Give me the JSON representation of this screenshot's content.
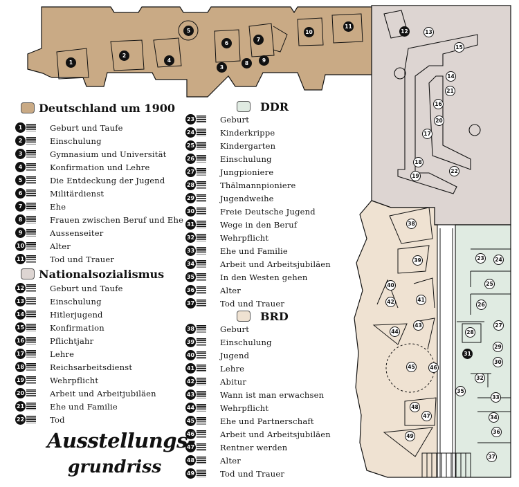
{
  "colors": {
    "deutschland": "#c9aa85",
    "ns": "#ddd5d2",
    "ddr": "#e0ebe2",
    "brd": "#efe2d2",
    "ink": "#111111"
  },
  "sections": [
    {
      "id": "deutschland",
      "title": "Deutschland um 1900",
      "items": [
        {
          "n": "1",
          "label": "Geburt und Taufe"
        },
        {
          "n": "2",
          "label": "Einschulung"
        },
        {
          "n": "3",
          "label": "Gymnasium und Universität"
        },
        {
          "n": "4",
          "label": "Konfirmation und Lehre"
        },
        {
          "n": "5",
          "label": "Die Entdeckung der Jugend"
        },
        {
          "n": "6",
          "label": "Militärdienst"
        },
        {
          "n": "7",
          "label": "Ehe"
        },
        {
          "n": "8",
          "label": "Frauen zwischen Beruf und Ehe"
        },
        {
          "n": "9",
          "label": "Aussenseiter"
        },
        {
          "n": "10",
          "label": "Alter"
        },
        {
          "n": "11",
          "label": "Tod und Trauer"
        }
      ]
    },
    {
      "id": "ns",
      "title": "Nationalsozialismus",
      "items": [
        {
          "n": "12",
          "label": "Geburt und Taufe"
        },
        {
          "n": "13",
          "label": "Einschulung"
        },
        {
          "n": "14",
          "label": "Hitlerjugend"
        },
        {
          "n": "15",
          "label": "Konfirmation"
        },
        {
          "n": "16",
          "label": "Pflichtjahr"
        },
        {
          "n": "17",
          "label": "Lehre"
        },
        {
          "n": "18",
          "label": "Reichsarbeitsdienst"
        },
        {
          "n": "19",
          "label": "Wehrpflicht"
        },
        {
          "n": "20",
          "label": "Arbeit und Arbeitjubiläen"
        },
        {
          "n": "21",
          "label": "Ehe und Familie"
        },
        {
          "n": "22",
          "label": "Tod"
        }
      ]
    },
    {
      "id": "ddr",
      "title": "DDR",
      "items": [
        {
          "n": "23",
          "label": "Geburt"
        },
        {
          "n": "24",
          "label": "Kinderkrippe"
        },
        {
          "n": "25",
          "label": "Kindergarten"
        },
        {
          "n": "26",
          "label": "Einschulung"
        },
        {
          "n": "27",
          "label": "Jungpioniere"
        },
        {
          "n": "28",
          "label": "Thälmannpioniere"
        },
        {
          "n": "29",
          "label": "Jugendweihe"
        },
        {
          "n": "30",
          "label": "Freie Deutsche Jugend"
        },
        {
          "n": "31",
          "label": "Wege in den Beruf"
        },
        {
          "n": "32",
          "label": "Wehrpflicht"
        },
        {
          "n": "33",
          "label": "Ehe und Familie"
        },
        {
          "n": "34",
          "label": "Arbeit und Arbeitsjubiläen"
        },
        {
          "n": "35",
          "label": "In den Westen gehen"
        },
        {
          "n": "36",
          "label": "Alter"
        },
        {
          "n": "37",
          "label": "Tod und Trauer"
        }
      ]
    },
    {
      "id": "brd",
      "title": "BRD",
      "items": [
        {
          "n": "38",
          "label": "Geburt"
        },
        {
          "n": "39",
          "label": "Einschulung"
        },
        {
          "n": "40",
          "label": "Jugend"
        },
        {
          "n": "41",
          "label": "Lehre"
        },
        {
          "n": "42",
          "label": "Abitur"
        },
        {
          "n": "43",
          "label": "Wann ist man erwachsen"
        },
        {
          "n": "44",
          "label": "Wehrpflicht"
        },
        {
          "n": "45",
          "label": "Ehe und Partnerschaft"
        },
        {
          "n": "46",
          "label": "Arbeit und Arbeitsjubiläen"
        },
        {
          "n": "47",
          "label": "Rentner werden"
        },
        {
          "n": "48",
          "label": "Alter"
        },
        {
          "n": "49",
          "label": "Tod und Trauer"
        }
      ]
    }
  ],
  "heading": {
    "line1": "Ausstellungs-",
    "line2": "grundriss"
  },
  "map_labels": [
    "1",
    "2",
    "3",
    "4",
    "5",
    "6",
    "7",
    "8",
    "9",
    "10",
    "11",
    "12",
    "13",
    "14",
    "15",
    "16",
    "17",
    "18",
    "19",
    "20",
    "21",
    "22",
    "23",
    "24",
    "25",
    "26",
    "27",
    "28",
    "29",
    "30",
    "31",
    "32",
    "33",
    "34",
    "35",
    "36",
    "37",
    "38",
    "39",
    "40",
    "41",
    "42",
    "43",
    "44",
    "45",
    "46",
    "47",
    "48",
    "49"
  ]
}
